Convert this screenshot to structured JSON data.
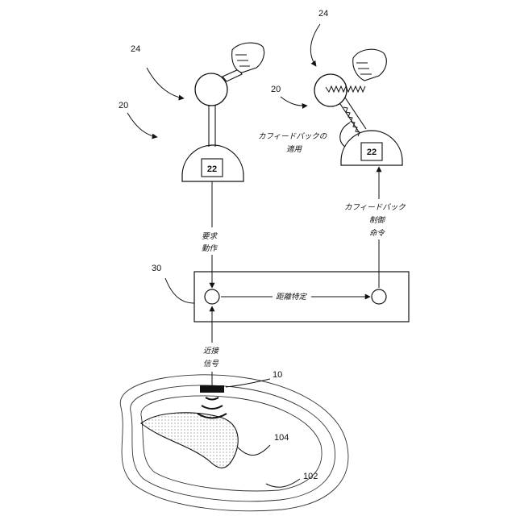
{
  "labels": {
    "ref_24_left": "24",
    "ref_24_right": "24",
    "ref_20_left": "20",
    "ref_20_right": "20",
    "ref_22_left": "22",
    "ref_22_right": "22",
    "ref_30": "30",
    "ref_10": "10",
    "ref_104": "104",
    "ref_102": "102"
  },
  "captions": {
    "force_feedback_apply_1": "カフィードバックの",
    "force_feedback_apply_2": "適用",
    "force_feedback_cmd_1": "カフィードバック",
    "force_feedback_cmd_2": "制御",
    "force_feedback_cmd_3": "命令",
    "request_1": "要求",
    "request_2": "動作",
    "distance": "距離特定",
    "proximity_1": "近接",
    "proximity_2": "信号"
  }
}
